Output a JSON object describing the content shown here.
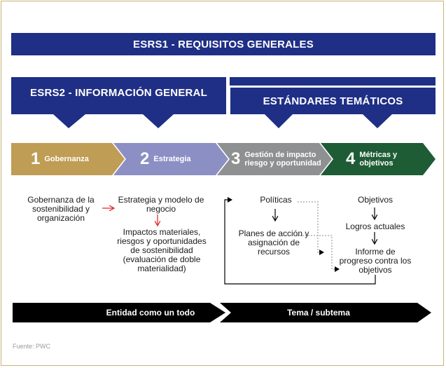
{
  "header_esrs1": "ESRS1 - REQUISITOS GENERALES",
  "header_esrs2": "ESRS2 - INFORMACIÓN GENERAL",
  "header_tematicos": "ESTÁNDARES TEMÁTICOS",
  "steps": [
    {
      "num": "1",
      "label": "Gobernanza",
      "color": "#bf9d55"
    },
    {
      "num": "2",
      "label": "Estrategia",
      "color": "#8b8fc4"
    },
    {
      "num": "3",
      "label": "Gestión de impacto riesgo y oportunidad",
      "color": "#8f9092"
    },
    {
      "num": "4",
      "label": "Métricas y objetivos",
      "color": "#1e5c35"
    }
  ],
  "col1": {
    "text": "Gobernanza de la sostenibilidad y organización"
  },
  "col2": {
    "top": "Estrategia y modelo de negocio",
    "bottom": "Impactos materiales, riesgos y oportunidades de sostenibilidad (evaluación de doble materialidad)"
  },
  "col3": {
    "top": "Políticas",
    "bottom": "Planes de acción y asignación de recursos"
  },
  "col4": {
    "top": "Objetivos",
    "middle": "Logros actuales",
    "bottom": "Informe de progreso contra los objetivos"
  },
  "bottom_bar": {
    "left": "Entidad como un todo",
    "right": "Tema / subtema"
  },
  "source": "Fuente: PWC",
  "colors": {
    "navy": "#1f2f86",
    "black": "#000000",
    "red_arrow": "#e02020",
    "border": "#c9b27a"
  }
}
